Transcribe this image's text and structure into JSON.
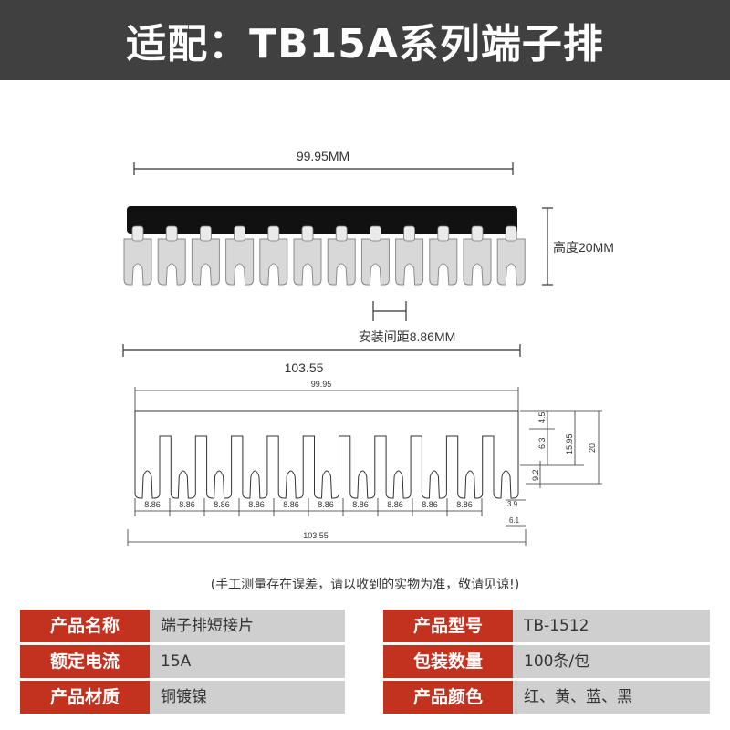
{
  "header": {
    "title": "适配：TB15A系列端子排"
  },
  "colors": {
    "header_bg": "#404040",
    "label_bg": "#c3321f",
    "value_bg": "#cfcfcf",
    "bar_black": "#111111",
    "metal": "#d8d8d8"
  },
  "photo_dims": {
    "top_width": "99.95MM",
    "height": "高度20MM",
    "spacing": "安装间距8.86MM",
    "bottom_width": "103.55"
  },
  "drawing_dims": {
    "top_width": "99.95",
    "bottom_width": "103.55",
    "pitch": "8.86",
    "pitch_count": 10,
    "dim_4_5": "4.5",
    "dim_6_3": "6.3",
    "dim_15_95": "15.95",
    "dim_20": "20",
    "dim_9_2": "9.2",
    "dim_3_9": "3.9",
    "dim_6_1": "6.1"
  },
  "note": "(手工测量存在误差，请以收到的实物为准，敬请见谅!)",
  "specs": {
    "name_label": "产品名称",
    "name_value": "端子排短接片",
    "model_label": "产品型号",
    "model_value": "TB-1512",
    "current_label": "额定电流",
    "current_value": "15A",
    "package_label": "包装数量",
    "package_value": "100条/包",
    "material_label": "产品材质",
    "material_value": "铜镀镍",
    "color_label": "产品颜色",
    "color_value": "红、黄、蓝、黑"
  }
}
